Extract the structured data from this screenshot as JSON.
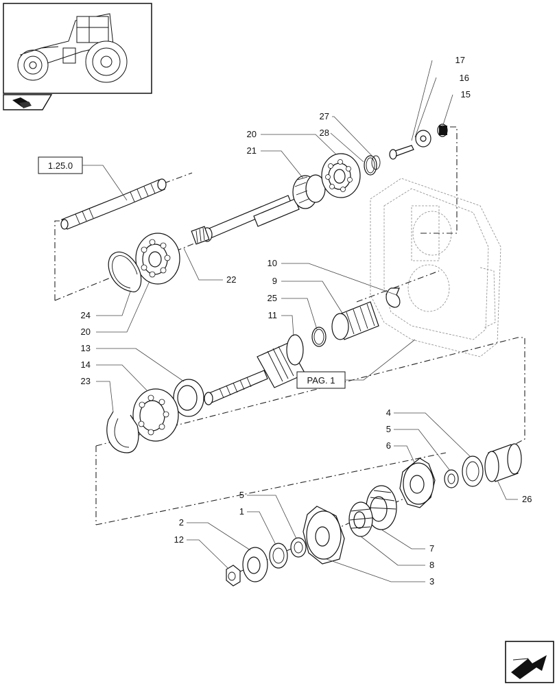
{
  "diagram": {
    "reference_boxes": {
      "section_ref": "1.25.0",
      "page_ref": "PAG. 1"
    },
    "callouts": [
      {
        "id": "c17",
        "label": "17"
      },
      {
        "id": "c16",
        "label": "16"
      },
      {
        "id": "c15",
        "label": "15"
      },
      {
        "id": "c27",
        "label": "27"
      },
      {
        "id": "c28",
        "label": "28"
      },
      {
        "id": "c20a",
        "label": "20"
      },
      {
        "id": "c21",
        "label": "21"
      },
      {
        "id": "c22",
        "label": "22"
      },
      {
        "id": "c24",
        "label": "24"
      },
      {
        "id": "c20b",
        "label": "20"
      },
      {
        "id": "c10",
        "label": "10"
      },
      {
        "id": "c9",
        "label": "9"
      },
      {
        "id": "c25",
        "label": "25"
      },
      {
        "id": "c11",
        "label": "11"
      },
      {
        "id": "c13",
        "label": "13"
      },
      {
        "id": "c14",
        "label": "14"
      },
      {
        "id": "c23",
        "label": "23"
      },
      {
        "id": "c4",
        "label": "4"
      },
      {
        "id": "c5a",
        "label": "5"
      },
      {
        "id": "c6",
        "label": "6"
      },
      {
        "id": "c26",
        "label": "26"
      },
      {
        "id": "c5b",
        "label": "5"
      },
      {
        "id": "c1",
        "label": "1"
      },
      {
        "id": "c2",
        "label": "2"
      },
      {
        "id": "c12",
        "label": "12"
      },
      {
        "id": "c7",
        "label": "7"
      },
      {
        "id": "c8",
        "label": "8"
      },
      {
        "id": "c3",
        "label": "3"
      }
    ],
    "icons": {
      "thumbnail": "tractor-thumbnail-icon",
      "badge": "book-arrow-icon",
      "nav": "next-page-arrow-icon"
    }
  }
}
